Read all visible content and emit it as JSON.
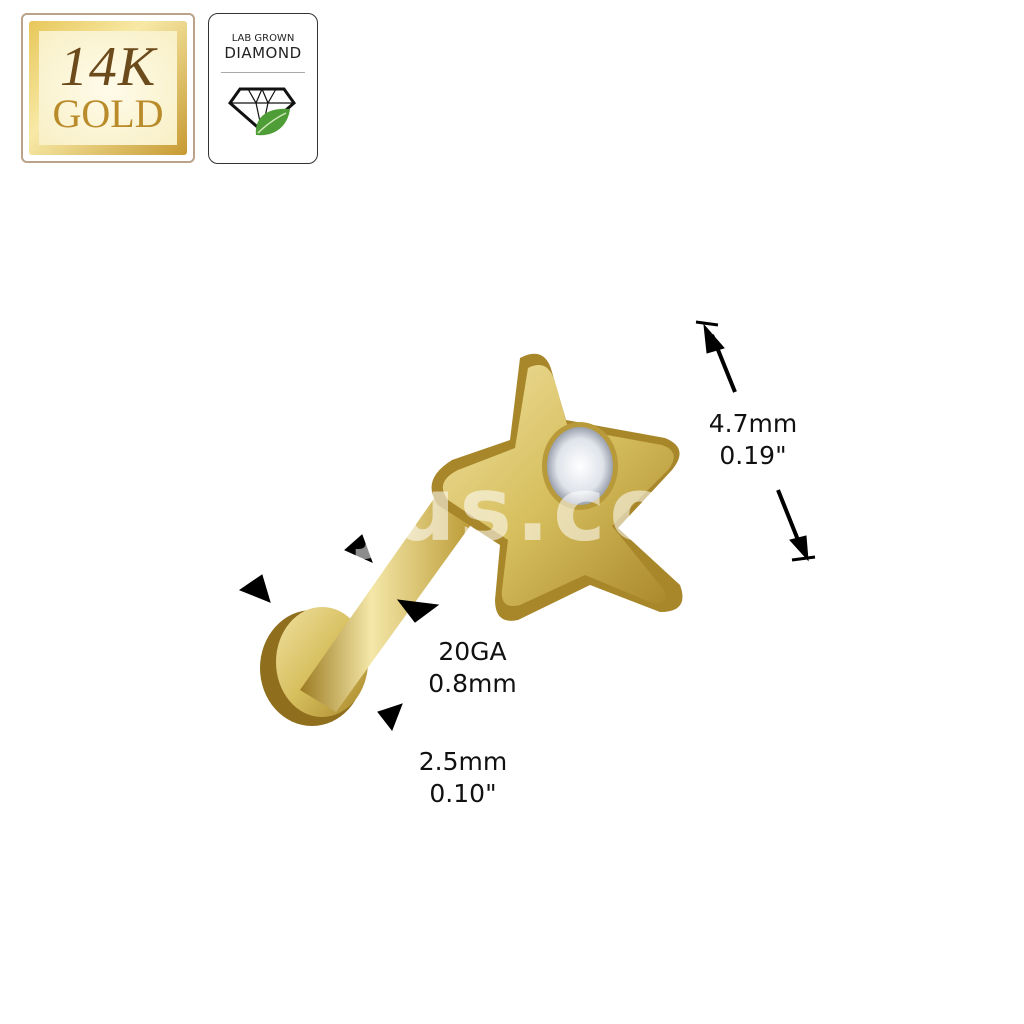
{
  "badges": {
    "gold": {
      "line1": "14K",
      "line2": "GOLD"
    },
    "diamond": {
      "line1": "LAB GROWN",
      "line2": "DIAMOND",
      "icon": "diamond-leaf-icon"
    }
  },
  "watermark": "hbjus.com",
  "dimensions": {
    "top_size": {
      "metric": "4.7mm",
      "imperial": "0.19\""
    },
    "gauge": {
      "gauge": "20GA",
      "metric": "0.8mm"
    },
    "disc": {
      "metric": "2.5mm",
      "imperial": "0.10\""
    }
  },
  "colors": {
    "gold": "#d8c060",
    "arrow": "#000000"
  }
}
